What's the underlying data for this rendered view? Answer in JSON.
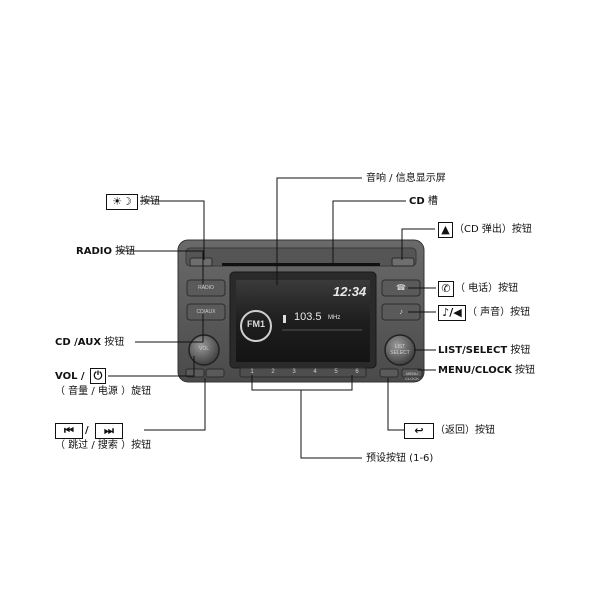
{
  "labels": {
    "display": "音响 / 信息显示屏",
    "cd_slot_bold": "CD",
    "cd_slot_rest": " 槽",
    "brightness_rest": "按钮",
    "eject_rest": "（CD 弹出）按钮",
    "radio_bold": "RADIO",
    "radio_rest": " 按钮",
    "phone_rest": "（ 电话）按钮",
    "sound_rest": "（ 声音）按钮",
    "cd_aux_bold": "CD /AUX",
    "cd_aux_rest": " 按钮",
    "list_select_bold": "LIST/SELECT",
    "list_select_rest": " 按钮",
    "vol_bold": "VOL /",
    "vol_sub": "（ 音量 / 电源 ）旋钮",
    "menu_clock_bold": "MENU/CLOCK",
    "menu_clock_rest": " 按钮",
    "skip_sep": "/",
    "skip_sub": "（ 跳过 / 搜索 ）按钮",
    "back_rest": "（返回）按钮",
    "presets": "预设按钮 (1-6)"
  },
  "screen": {
    "clock": "12:34",
    "frequency": "103.5",
    "unit": "MHz",
    "band": "FM1"
  },
  "unit_buttons": {
    "radio": "RADIO",
    "cd_aux": "CD/AUX",
    "phone": "☎",
    "sound": "♪",
    "menu": "MENU CLOCK",
    "list": "LIST SELECT",
    "vol": "VOL",
    "presets": [
      "1",
      "2",
      "3",
      "4",
      "5",
      "6"
    ]
  },
  "icons": {
    "brightness": "sun-moon-icon",
    "eject": "eject-icon",
    "phone": "phone-icon",
    "sound": "sound-icon",
    "power": "power-icon",
    "skip_back": "skip-back-icon",
    "skip_forward": "skip-forward-icon",
    "back": "back-arrow-icon"
  }
}
